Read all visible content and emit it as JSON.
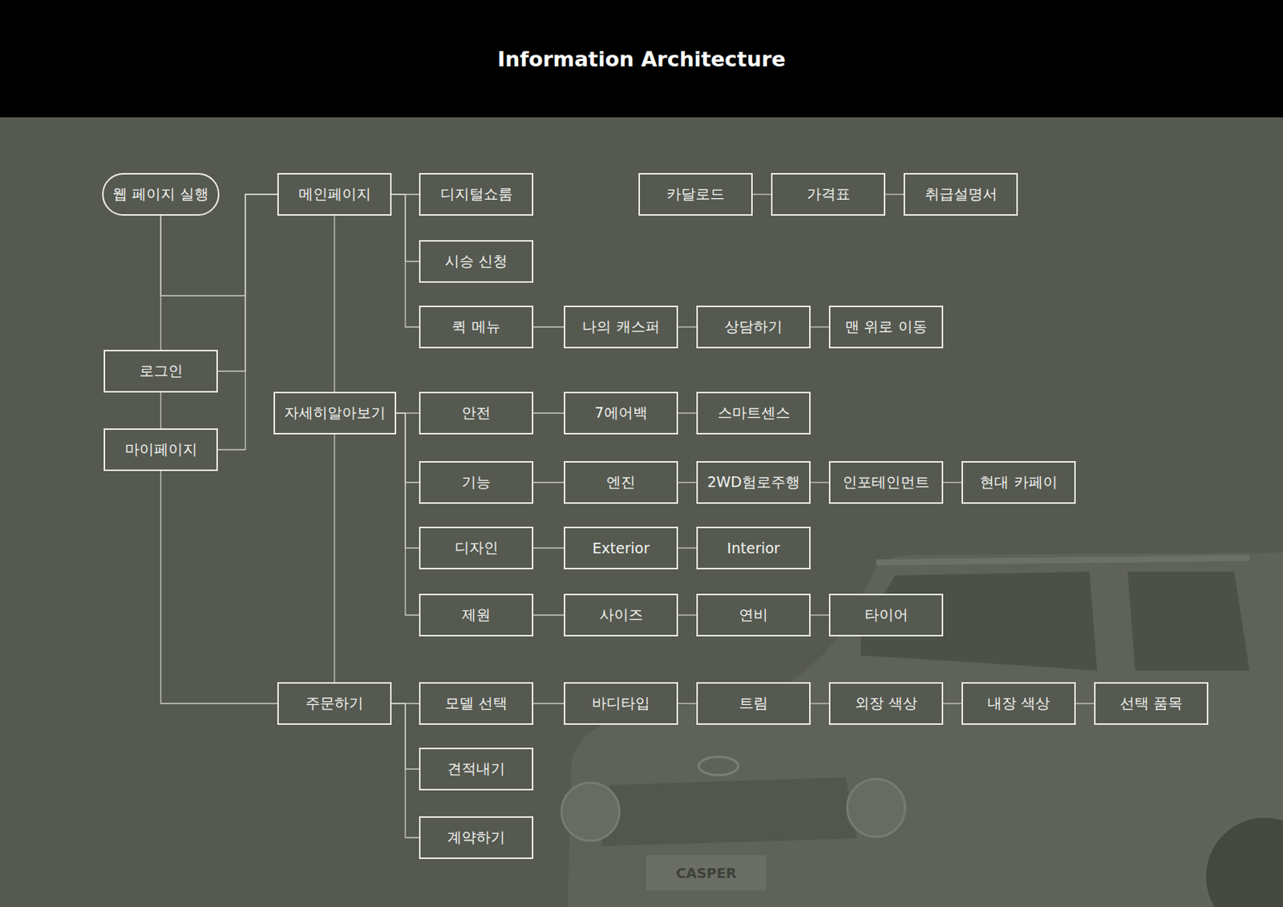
{
  "diagram": {
    "title": "Information Architecture",
    "nodes": [
      {
        "text": [
          "웹 페이지 실행"
        ]
      },
      {
        "text": [
          "메인페이지"
        ]
      },
      {
        "text": [
          "디지털쇼룸"
        ]
      },
      {
        "text": [
          "카달로드"
        ]
      },
      {
        "text": [
          "가격표"
        ]
      },
      {
        "text": [
          "취급설명서"
        ]
      },
      {
        "text": [
          "시승 신청"
        ]
      },
      {
        "text": [
          "퀵 메뉴"
        ]
      },
      {
        "text": [
          "나의 캐스퍼"
        ]
      },
      {
        "text": [
          "상담하기"
        ]
      },
      {
        "text": [
          "맨 위로 이동"
        ]
      },
      {
        "text": [
          "로그인"
        ]
      },
      {
        "text": [
          "자세히알아보기"
        ]
      },
      {
        "text": [
          "안전"
        ]
      },
      {
        "text": [
          "7에어백"
        ]
      },
      {
        "text": [
          "스마트센스"
        ]
      },
      {
        "text": [
          "마이페이지"
        ]
      },
      {
        "text": [
          "기능"
        ]
      },
      {
        "text": [
          "엔진"
        ]
      },
      {
        "text": [
          "2WD험로주행"
        ]
      },
      {
        "text": [
          "인포테인먼트"
        ]
      },
      {
        "text": [
          "현대 카페이"
        ]
      },
      {
        "text": [
          "디자인"
        ]
      },
      {
        "text": [
          "Exterior"
        ]
      },
      {
        "text": [
          "Interior"
        ]
      },
      {
        "text": [
          "제원"
        ]
      },
      {
        "text": [
          "사이즈"
        ]
      },
      {
        "text": [
          "연비"
        ]
      },
      {
        "text": [
          "타이어"
        ]
      },
      {
        "text": [
          "주문하기"
        ]
      },
      {
        "text": [
          "모델 선택"
        ]
      },
      {
        "text": [
          "바디타입"
        ]
      },
      {
        "text": [
          "트림"
        ]
      },
      {
        "text": [
          "외장 색상"
        ]
      },
      {
        "text": [
          "내장 색상"
        ]
      },
      {
        "text": [
          "선택 품목"
        ]
      },
      {
        "text": [
          "견적내기"
        ]
      },
      {
        "text": [
          "계약하기"
        ]
      }
    ],
    "edges": [
      {
        "from": 0,
        "to": 1,
        "arrow": "none"
      },
      {
        "from": 11,
        "to": 1,
        "arrow": "none"
      },
      {
        "from": 16,
        "to": 1,
        "arrow": "none"
      },
      {
        "from": 0,
        "to": 11,
        "arrow": "none"
      },
      {
        "from": 11,
        "to": 16,
        "arrow": "none"
      },
      {
        "from": 16,
        "to": 29,
        "arrow": "none"
      },
      {
        "from": 1,
        "to": 2,
        "arrow": "none"
      },
      {
        "from": 1,
        "to": 6,
        "arrow": "none"
      },
      {
        "from": 1,
        "to": 7,
        "arrow": "none"
      },
      {
        "from": 7,
        "to": 8,
        "arrow": "none"
      },
      {
        "from": 8,
        "to": 9,
        "arrow": "none"
      },
      {
        "from": 9,
        "to": 10,
        "arrow": "none"
      },
      {
        "from": 3,
        "to": 4,
        "arrow": "none"
      },
      {
        "from": 4,
        "to": 5,
        "arrow": "none"
      },
      {
        "from": 1,
        "to": 12,
        "arrow": "none"
      },
      {
        "from": 12,
        "to": 29,
        "arrow": "none"
      },
      {
        "from": 12,
        "to": 13,
        "arrow": "none"
      },
      {
        "from": 13,
        "to": 14,
        "arrow": "none"
      },
      {
        "from": 14,
        "to": 15,
        "arrow": "none"
      },
      {
        "from": 12,
        "to": 17,
        "arrow": "none"
      },
      {
        "from": 17,
        "to": 18,
        "arrow": "none"
      },
      {
        "from": 18,
        "to": 19,
        "arrow": "none"
      },
      {
        "from": 19,
        "to": 20,
        "arrow": "none"
      },
      {
        "from": 20,
        "to": 21,
        "arrow": "none"
      },
      {
        "from": 12,
        "to": 22,
        "arrow": "none"
      },
      {
        "from": 22,
        "to": 23,
        "arrow": "none"
      },
      {
        "from": 23,
        "to": 24,
        "arrow": "none"
      },
      {
        "from": 12,
        "to": 25,
        "arrow": "none"
      },
      {
        "from": 25,
        "to": 26,
        "arrow": "none"
      },
      {
        "from": 26,
        "to": 27,
        "arrow": "none"
      },
      {
        "from": 27,
        "to": 28,
        "arrow": "none"
      },
      {
        "from": 29,
        "to": 30,
        "arrow": "none"
      },
      {
        "from": 30,
        "to": 31,
        "arrow": "none"
      },
      {
        "from": 31,
        "to": 32,
        "arrow": "none"
      },
      {
        "from": 32,
        "to": 33,
        "arrow": "none"
      },
      {
        "from": 33,
        "to": 34,
        "arrow": "none"
      },
      {
        "from": 34,
        "to": 35,
        "arrow": "none"
      },
      {
        "from": 29,
        "to": 36,
        "arrow": "none"
      },
      {
        "from": 29,
        "to": 37,
        "arrow": "none"
      }
    ],
    "labels": [
      "CASPER"
    ]
  }
}
